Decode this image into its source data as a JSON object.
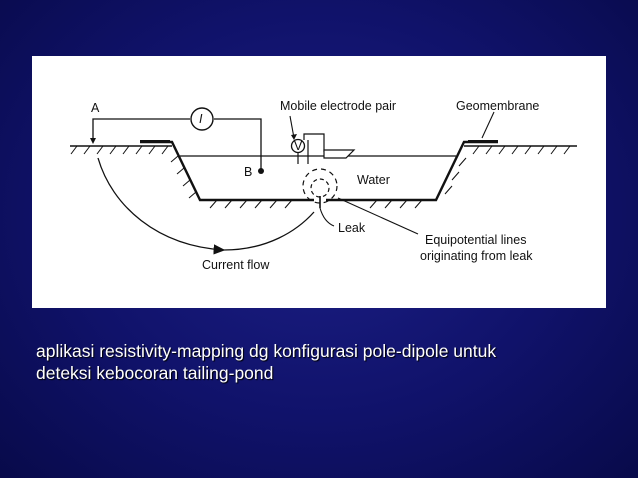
{
  "diagram": {
    "labels": {
      "point_a": "A",
      "point_b": "B",
      "meter": "I",
      "voltmeter": "V",
      "mobile_electrode_pair": "Mobile electrode pair",
      "geomembrane": "Geomembrane",
      "water": "Water",
      "leak": "Leak",
      "equipotential_line1": "Equipotential lines",
      "equipotential_line2": "originating from leak",
      "current_flow": "Current flow"
    }
  },
  "caption": {
    "line1": "aplikasi resistivity-mapping dg konfigurasi pole-dipole untuk",
    "line2": "deteksi kebocoran tailing-pond"
  },
  "colors": {
    "background": "#10126a",
    "panel": "#ffffff",
    "caption_text": "#ffffff"
  }
}
